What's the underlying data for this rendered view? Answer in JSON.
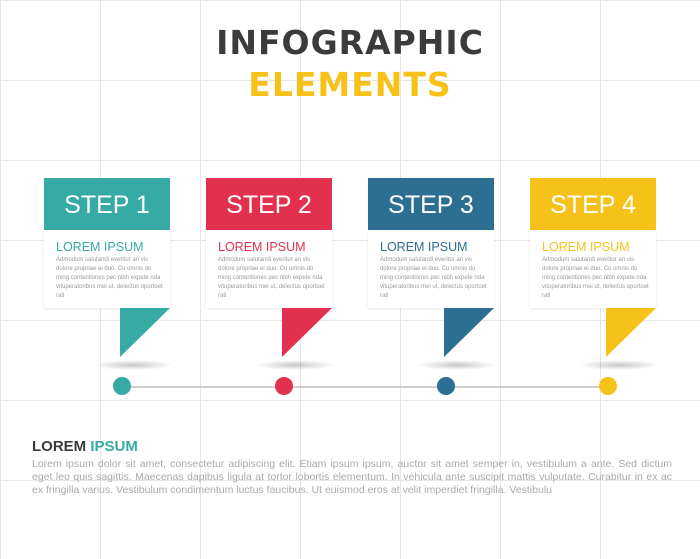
{
  "title": {
    "line1": "INFOGRAPHIC",
    "line2": "ELEMENTS",
    "line2_color": "#f6c21a"
  },
  "steps": [
    {
      "label": "STEP 1",
      "heading": "LOREM IPSUM",
      "color": "#36aaa4",
      "text": "Admodum salutandi everitur an vis dolore propriae ei duo. Cu omnis do ming contentiones pec nibh expete nda vituperatoribus mei ut, delectus oportoet rati"
    },
    {
      "label": "STEP 2",
      "heading": "LOREM IPSUM",
      "color": "#e2314f",
      "text": "Admodum salutandi everitur an vis dolore propriae ei duo. Cu omnis do ming contentiones pec nibh expete nda vituperatoribus mei ut, delectus oportoet rati"
    },
    {
      "label": "STEP 3",
      "heading": "LOREM IPSUM",
      "color": "#2d6f92",
      "text": "Admodum salutandi everitur an vis dolore propriae ei duo. Cu omnis do ming contentiones pec nibh expete nda vituperatoribus mei ut, delectus oportoet rati"
    },
    {
      "label": "STEP 4",
      "heading": "LOREM IPSUM",
      "color": "#f6c21a",
      "text": "Admodum salutandi everitur an vis dolore propriae ei duo. Cu omnis do ming contentiones pec nibh expete nda vituperatoribus mei ut, delectus oportoet rati"
    }
  ],
  "bottom": {
    "title_part1": "LOREM ",
    "title_part2": "IPSUM",
    "title_part1_color": "#3b3b3b",
    "title_part2_color": "#36aaa4",
    "text": "Lorem ipsum dolor sit amet, consectetur adipiscing elit. Etiam ipsum ipsum, auctor sit amet semper in, vestibulum a ante. Sed dictum eget leo quis sagittis. Maecenas dapibus ligula at tortor lobortis elementum. In vehicula ante suscipit mattis vulputate. Curabitur in ex ac ex fringilla varius. Vestibulum condimentum luctus faucibus. Ut euismod eros at velit imperdiet fringilla. Vestibulu"
  }
}
